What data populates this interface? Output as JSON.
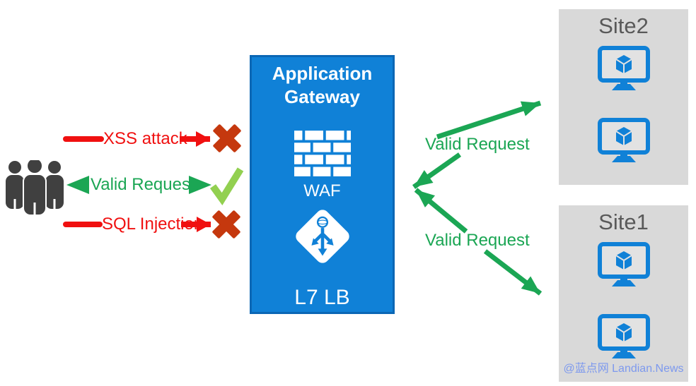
{
  "left_flows": [
    {
      "label": "XSS attack",
      "status": "blocked",
      "mark": "cross-icon"
    },
    {
      "label": "Valid Request",
      "status": "allowed",
      "mark": "check-icon"
    },
    {
      "label": "SQL Injection",
      "status": "blocked",
      "mark": "cross-icon"
    }
  ],
  "gateway": {
    "title_line1": "Application",
    "title_line2": "Gateway",
    "waf_label": "WAF",
    "lb_label": "L7 LB"
  },
  "valid_request_routes": [
    {
      "label": "Valid Request",
      "to": "Site2"
    },
    {
      "label": "Valid Request",
      "to": "Site1"
    }
  ],
  "sites": [
    {
      "title": "Site2",
      "server_count": 2
    },
    {
      "title": "Site1",
      "server_count": 2
    }
  ],
  "watermark": "@蓝点网 Landian.News",
  "colors": {
    "gateway_blue": "#1081d7",
    "gateway_border": "#0b67b5",
    "site_gray": "#d9d9d9",
    "site_title_gray": "#595959",
    "valid_green": "#1ba654",
    "attack_red": "#f01010",
    "blocked_cross_red": "#c5380e",
    "allowed_check_green": "#92d050",
    "users_dark_gray": "#404040",
    "watermark_blue": "#7d99ee"
  }
}
